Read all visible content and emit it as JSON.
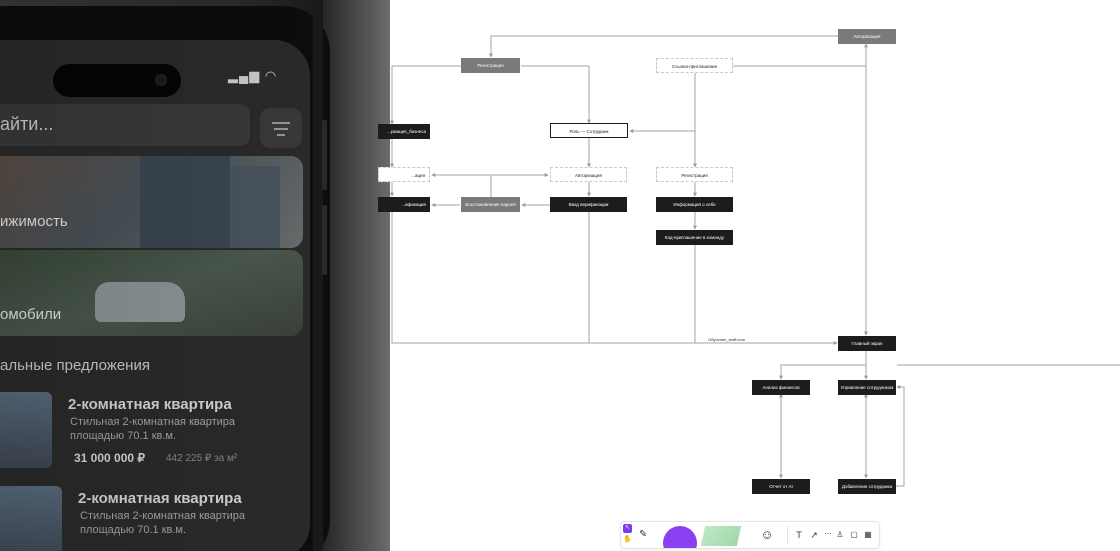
{
  "phone": {
    "search_placeholder": "айти...",
    "status_icons": "▂▄▆ ◠",
    "categories": [
      "ижимость",
      "омобили"
    ],
    "section_title": "альные предложения",
    "listings": [
      {
        "title": "2-комнатная квартира",
        "description": "Стильная 2-комнатная квартира площадью 70.1 кв.м.",
        "price": "31 000 000 ₽",
        "price_per_m2": "442 225 ₽ за м²"
      },
      {
        "title": "2-комнатная квартира",
        "description": "Стильная 2-комнатная квартира площадью 70.1 кв.м.",
        "price": "",
        "price_per_m2": ""
      }
    ]
  },
  "flow": {
    "nodes": {
      "authorization_top": "Авторизация",
      "registration_top": "Регистрация",
      "invite_link": "Ссылка-приглашение",
      "business_info": "...рмация_бизнеса",
      "role_employee": "Роль — Сотрудник",
      "authorization_left": "...ация",
      "authorization_mid": "Авторизация",
      "registration_right": "Регистрация",
      "verification_left": "...ификация",
      "password_recovery": "Восстановление пароля",
      "verification_input": "Ввод верификации",
      "about_me": "Информация о себе",
      "team_invite_code": "Код-приглашение в команду",
      "main_screen": "Главный экран",
      "finance_analysis": "Анализ финансов",
      "staff_management": "Управление сотрудником",
      "ai_report": "Отчет от AI",
      "add_employee": "Добавление сотрудника"
    },
    "edge_labels": {
      "onboarding": "Обучение_staff=true"
    }
  },
  "toolbar": {
    "icons": [
      "cursor-icon",
      "hand-icon",
      "pen-icon",
      "shape-icon",
      "sticky-note-icon",
      "sticker-icon",
      "text-icon",
      "connector-icon",
      "more-icon",
      "person-icon",
      "frame-icon",
      "table-icon"
    ]
  },
  "colors": {
    "node_dark": "#1c1c1c",
    "node_gray": "#7a7a7a",
    "accent": "#7b3cf0",
    "edge": "#9a9a9a"
  }
}
